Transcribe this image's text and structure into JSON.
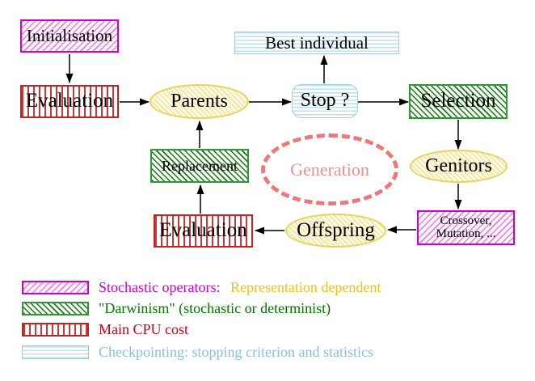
{
  "figure": {
    "title": "Evolutionary algorithm generation loop diagram",
    "nodes": {
      "initialisation": {
        "label": "Initialisation"
      },
      "evaluation_top": {
        "label": "Evaluation"
      },
      "parents": {
        "label": "Parents"
      },
      "best_individual": {
        "label": "Best individual"
      },
      "stop": {
        "label": "Stop ?"
      },
      "selection": {
        "label": "Selection"
      },
      "replacement": {
        "label": "Replacement"
      },
      "generation": {
        "label": "Generation"
      },
      "genitors": {
        "label": "Genitors"
      },
      "evaluation_bottom": {
        "label": "Evaluation"
      },
      "offspring": {
        "label": "Offspring"
      },
      "crossover_mutation": {
        "line1": "Crossover,",
        "line2": "Mutation, ..."
      }
    },
    "legend": {
      "rows": [
        {
          "label": "Stochastic operators:",
          "label_secondary": "Representation dependent"
        },
        {
          "label": "\"Darwinism\" (stochastic or determinist)"
        },
        {
          "label": "Main CPU cost"
        },
        {
          "label": "Checkpointing: stopping criterion and statistics"
        }
      ]
    },
    "colors": {
      "magenta": "#cc00cc",
      "green": "#007700",
      "red": "#c80019",
      "light_blue": "#8bbedd",
      "yellow_border": "#e8d35e",
      "gold_text": "#f0c020",
      "salmon": "#ee7777",
      "arrow": "#000000",
      "node_text": "#000000"
    }
  }
}
